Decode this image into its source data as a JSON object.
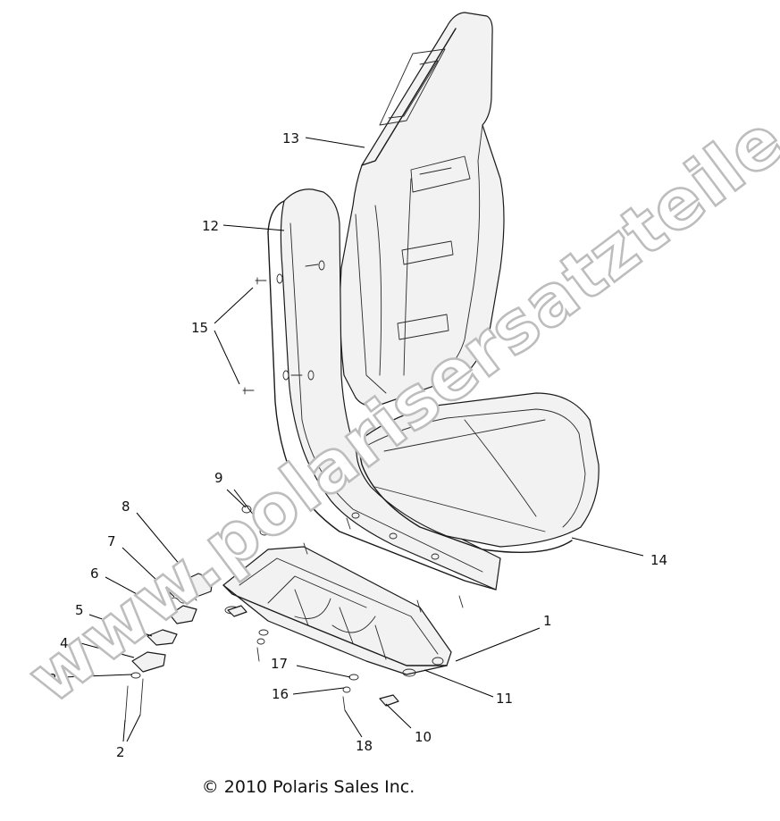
{
  "callouts": {
    "c1": "1",
    "c2": "2",
    "c3": "3",
    "c4": "4",
    "c5": "5",
    "c6": "6",
    "c7": "7",
    "c8": "8",
    "c9": "9",
    "c10": "10",
    "c11": "11",
    "c12": "12",
    "c13": "13",
    "c14": "14",
    "c15": "15",
    "c16": "16",
    "c17": "17",
    "c18": "18"
  },
  "watermark": "www.polarisersatzteile.de",
  "copyright": "© 2010 Polaris Sales Inc."
}
